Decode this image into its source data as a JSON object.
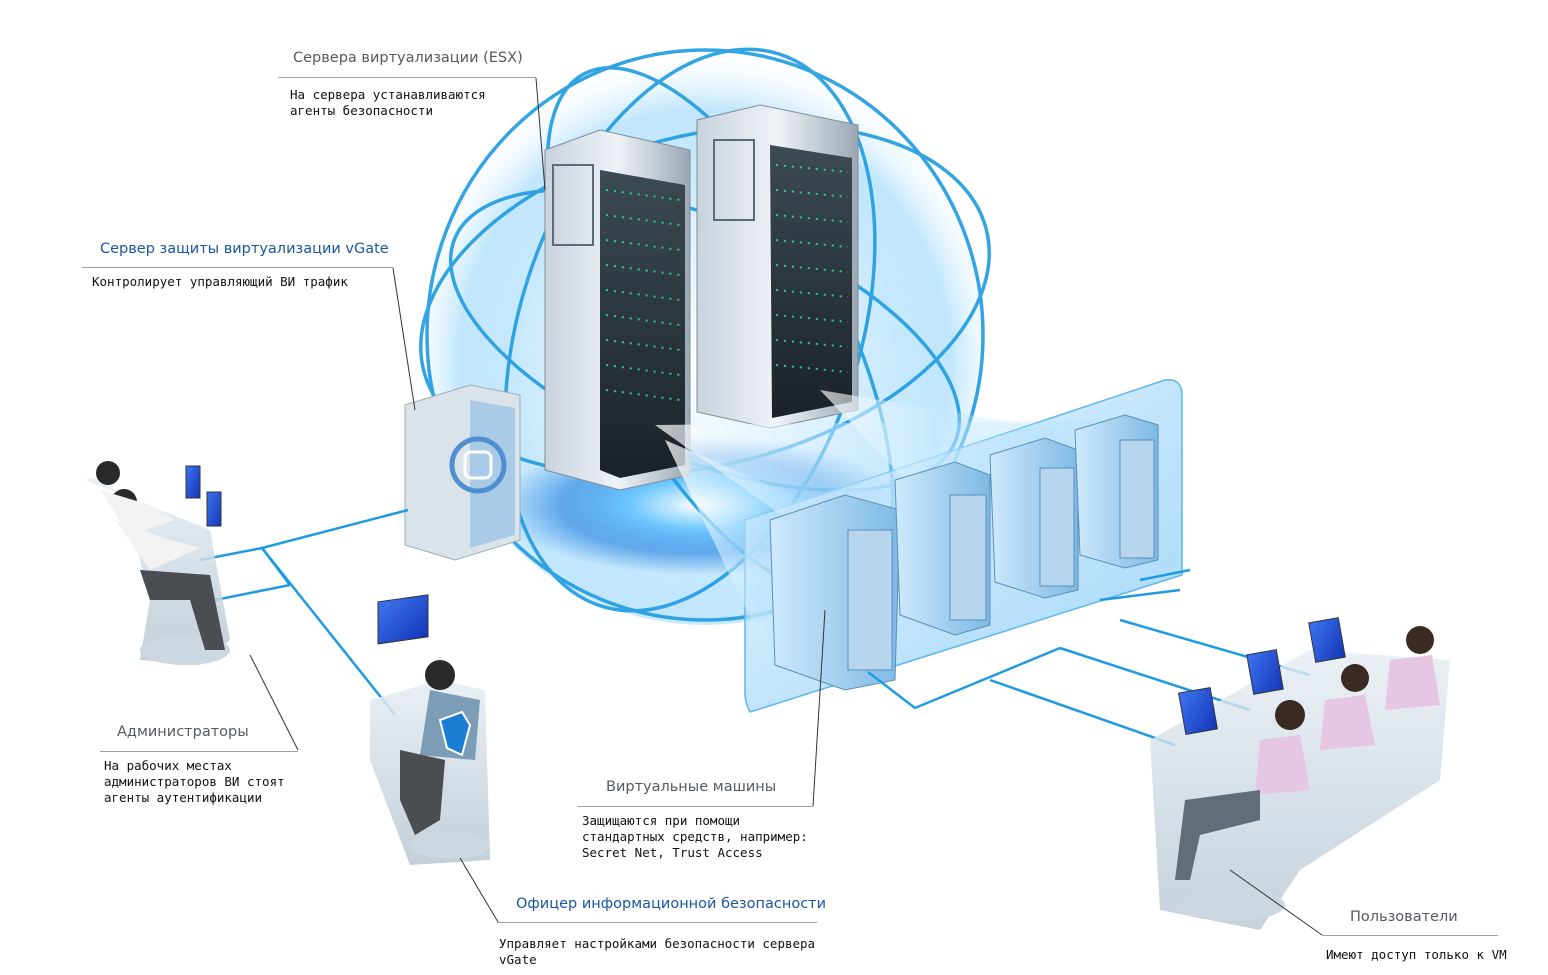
{
  "labels": {
    "esx": {
      "title": "Сервера виртуализации (ESX)",
      "desc_line1": "На сервера устанавливаются",
      "desc_line2": "агенты безопасности"
    },
    "vgate": {
      "title": "Сервер защиты виртуализации vGate",
      "desc_line1": "Контролирует управляющий ВИ трафик"
    },
    "admins": {
      "title": "Администраторы",
      "desc_line1": "На рабочих местах",
      "desc_line2": "администраторов ВИ стоят",
      "desc_line3": "агенты аутентификации"
    },
    "vms": {
      "title": "Виртуальные машины",
      "desc_line1": "Защищаются при помощи",
      "desc_line2": "стандартных средств, например:",
      "desc_line3": "Secret Net, Trust Access"
    },
    "officer": {
      "title": "Офицер информационной безопасности",
      "desc_line1": "Управляет настройками безопасности сервера",
      "desc_line2": "vGate"
    },
    "users": {
      "title": "Пользователи",
      "desc_line1": "Имеют доступ только к VM"
    }
  },
  "colors": {
    "label_blue": "#1a56a0",
    "label_gray": "#555a60",
    "network_line": "#1e9be0",
    "globe_glow": "#5cc0f5",
    "monitor_screen": "#1c4fd8"
  }
}
